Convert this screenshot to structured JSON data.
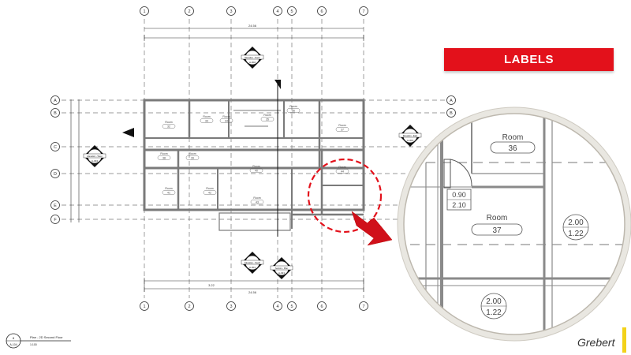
{
  "banner": {
    "label": "LABELS"
  },
  "brand": {
    "name": "Grebert"
  },
  "grid": {
    "columns": [
      "1",
      "2",
      "3",
      "4",
      "5",
      "6",
      "7"
    ],
    "rows": [
      "A",
      "B",
      "C",
      "D",
      "E",
      "F"
    ]
  },
  "dimensions": {
    "top_overall": "24.56",
    "bottom_total": "24.56",
    "bottom_sub": "3.22"
  },
  "plan_rooms": [
    {
      "name": "Room",
      "number": "32"
    },
    {
      "name": "Room",
      "number": "33"
    },
    {
      "name": "Room",
      "number": "34"
    },
    {
      "name": "Room",
      "number": "35"
    },
    {
      "name": "Room",
      "number": "36"
    },
    {
      "name": "Room",
      "number": "37"
    },
    {
      "name": "Room",
      "number": "38"
    },
    {
      "name": "Room",
      "number": "39"
    },
    {
      "name": "Room",
      "number": "40"
    },
    {
      "name": "Room",
      "number": "41"
    },
    {
      "name": "Room",
      "number": "42"
    },
    {
      "name": "Room",
      "number": "43"
    },
    {
      "name": "Room",
      "number": "44"
    }
  ],
  "elevation_markers": {
    "north": {
      "title": "Elevation - North",
      "sheet": "A-302"
    },
    "south": {
      "title": "Elevation - South",
      "sheet": "A-301"
    },
    "east": {
      "title": "Elevation - East",
      "sheet": "A-303"
    },
    "west": {
      "title": "Elevation - West",
      "sheet": "A-304"
    },
    "section": {
      "title": "Section - Plan",
      "sheet": "A-321"
    }
  },
  "view_title": {
    "number": "8",
    "sheet": "A-104",
    "name": "Plan - 2D Second Floor",
    "scale": "1:100"
  },
  "magnifier": {
    "room_top": {
      "name": "Room",
      "number": "36"
    },
    "room_main": {
      "name": "Room",
      "number": "37"
    },
    "door_tag": {
      "top": "0.90",
      "bottom": "2.10"
    },
    "window_tag_right": {
      "top": "2.00",
      "bottom": "1.22"
    },
    "window_tag_bottom": {
      "top": "2.00",
      "bottom": "1.22"
    }
  },
  "colors": {
    "accent": "#e3111b",
    "brand_bar": "#f3d21a",
    "wall": "#7a7a7a",
    "ring": "#e8e6e0"
  }
}
